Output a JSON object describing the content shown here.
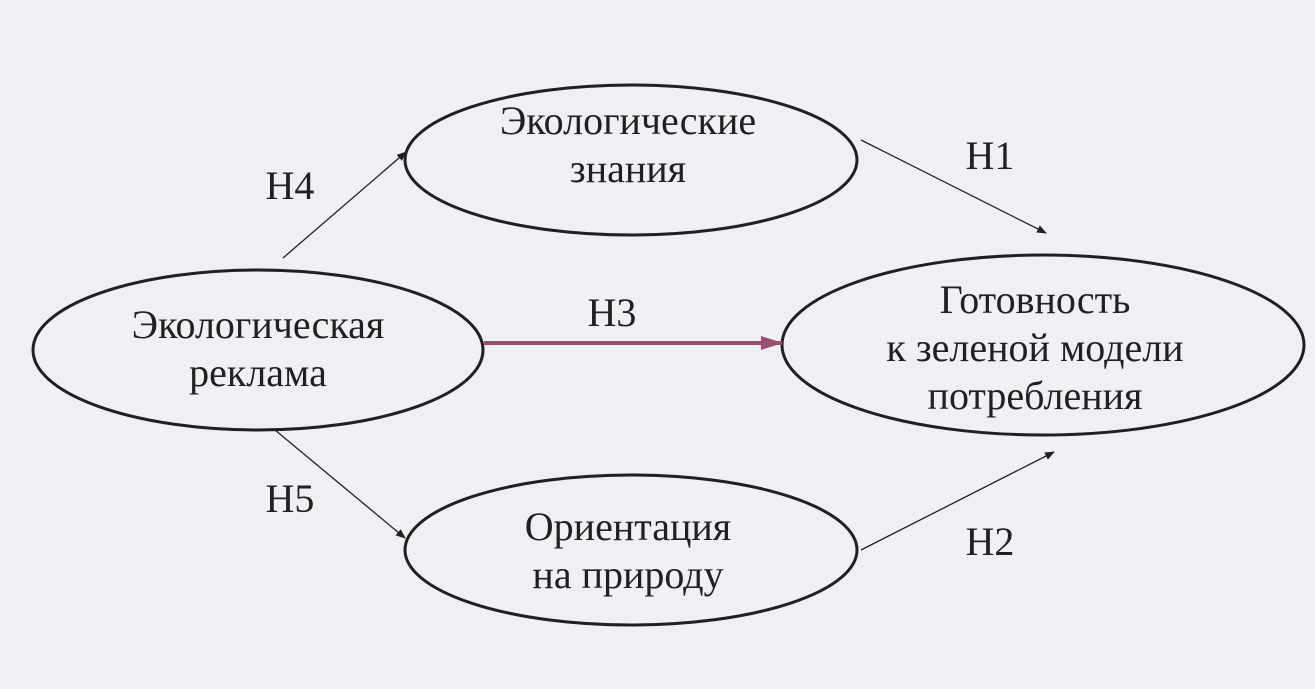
{
  "nodes": {
    "ad": {
      "lines": [
        "Экологическая",
        "реклама"
      ]
    },
    "knowledge": {
      "lines": [
        "Экологические",
        "знания"
      ]
    },
    "nature": {
      "lines": [
        "Ориентация",
        "на природу"
      ]
    },
    "readiness": {
      "lines": [
        "Готовность",
        "к зеленой модели",
        "потребления"
      ]
    }
  },
  "edges": {
    "h1": "H1",
    "h2": "H2",
    "h3": "H3",
    "h4": "H4",
    "h5": "H5"
  },
  "colors": {
    "background": "#eef0f4",
    "highlight_edge": "#9a4f72",
    "stroke": "#231f20"
  }
}
